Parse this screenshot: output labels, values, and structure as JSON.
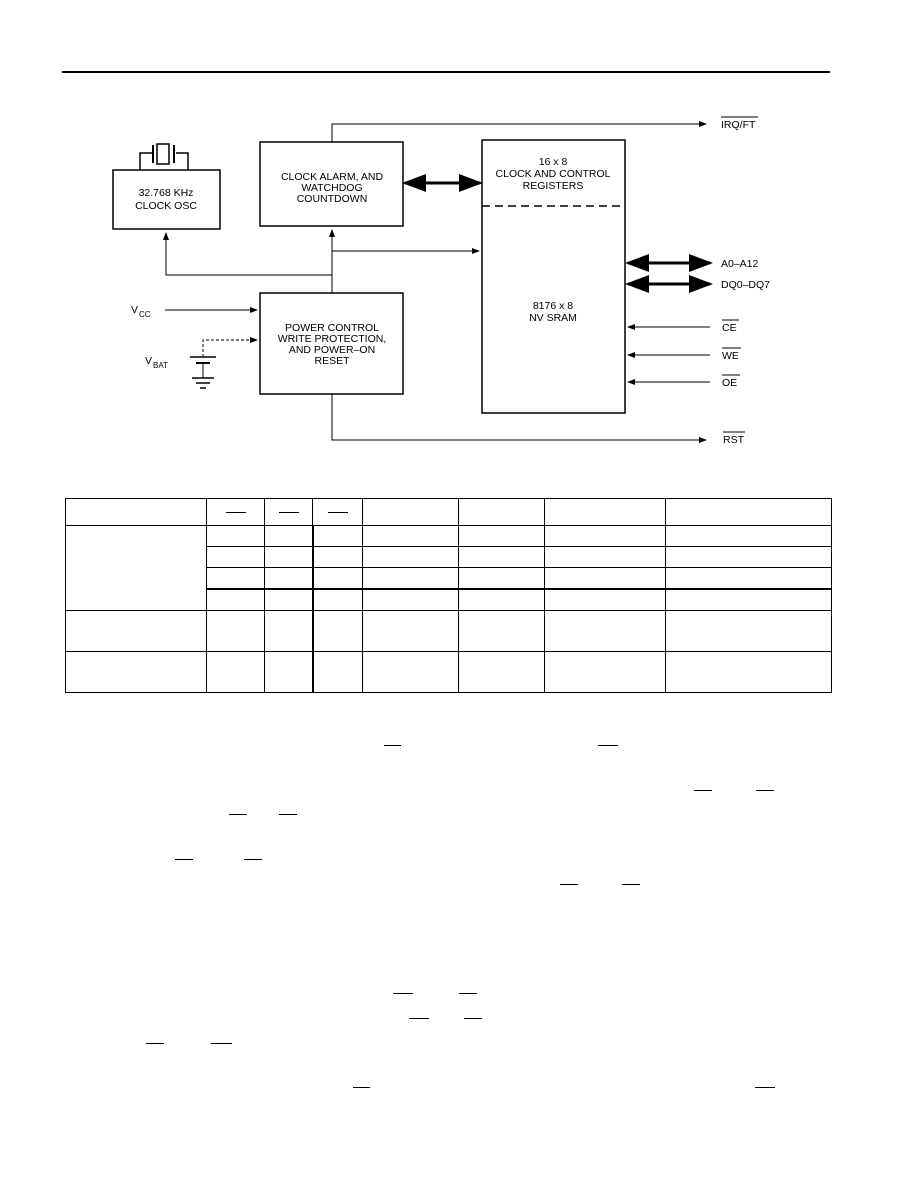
{
  "diagram": {
    "oscillator": {
      "line1": "32.768 KHz",
      "line2": "CLOCK OSC"
    },
    "alarm_block": {
      "line1": "CLOCK ALARM, AND",
      "line2": "WATCHDOG",
      "line3": "COUNTDOWN"
    },
    "registers_block": {
      "line1": "16 x 8",
      "line2": "CLOCK AND CONTROL",
      "line3": "REGISTERS"
    },
    "sram_block": {
      "line1": "8176 x 8",
      "line2": "NV SRAM"
    },
    "power_block": {
      "line1": "POWER CONTROL",
      "line2": "WRITE PROTECTION,",
      "line3": "AND POWER–ON",
      "line4": "RESET"
    },
    "signals": {
      "irq": "IRQ/FT",
      "addr": "A0–A12",
      "data": "DQ0–DQ7",
      "ce": "CE",
      "we": "WE",
      "oe": "OE",
      "rst": "RST",
      "vcc_main": "V",
      "vcc_sub": "CC",
      "vbat_main": "V",
      "vbat_sub": "BAT"
    }
  },
  "colors": {
    "ink": "#000000",
    "paper": "#ffffff"
  }
}
